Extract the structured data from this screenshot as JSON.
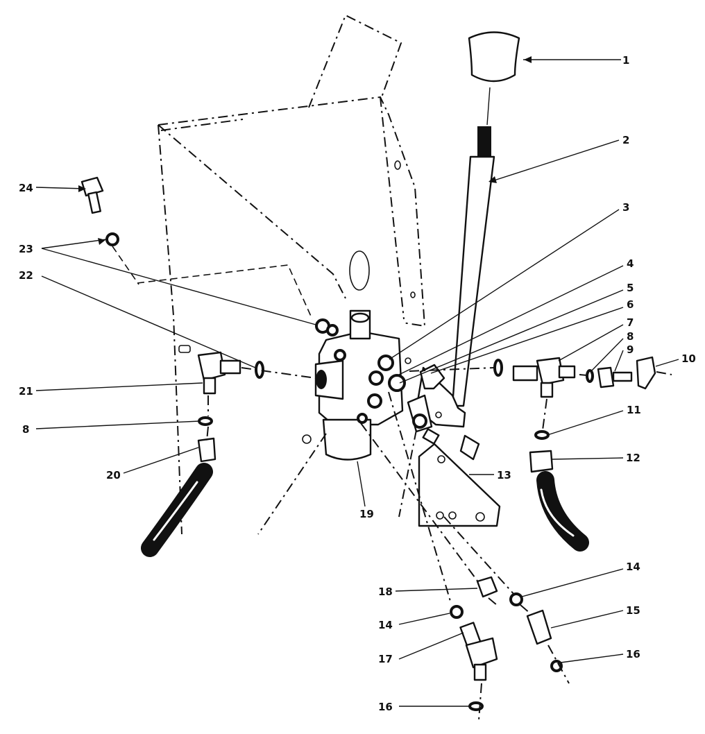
{
  "callouts": [
    {
      "id": "1",
      "text": "1"
    },
    {
      "id": "2",
      "text": "2"
    },
    {
      "id": "3",
      "text": "3"
    },
    {
      "id": "4",
      "text": "4"
    },
    {
      "id": "5",
      "text": "5"
    },
    {
      "id": "6",
      "text": "6"
    },
    {
      "id": "7",
      "text": "7"
    },
    {
      "id": "8a",
      "text": "8"
    },
    {
      "id": "9",
      "text": "9"
    },
    {
      "id": "10",
      "text": "10"
    },
    {
      "id": "11",
      "text": "11"
    },
    {
      "id": "12",
      "text": "12"
    },
    {
      "id": "13",
      "text": "13"
    },
    {
      "id": "14a",
      "text": "14"
    },
    {
      "id": "15",
      "text": "15"
    },
    {
      "id": "16a",
      "text": "16"
    },
    {
      "id": "14b",
      "text": "14"
    },
    {
      "id": "17",
      "text": "17"
    },
    {
      "id": "16b",
      "text": "16"
    },
    {
      "id": "18",
      "text": "18"
    },
    {
      "id": "19",
      "text": "19"
    },
    {
      "id": "20",
      "text": "20"
    },
    {
      "id": "8b",
      "text": "8"
    },
    {
      "id": "21",
      "text": "21"
    },
    {
      "id": "22",
      "text": "22"
    },
    {
      "id": "23",
      "text": "23"
    },
    {
      "id": "24",
      "text": "24"
    }
  ],
  "colors": {
    "ink": "#111111",
    "paper": "#ffffff"
  }
}
